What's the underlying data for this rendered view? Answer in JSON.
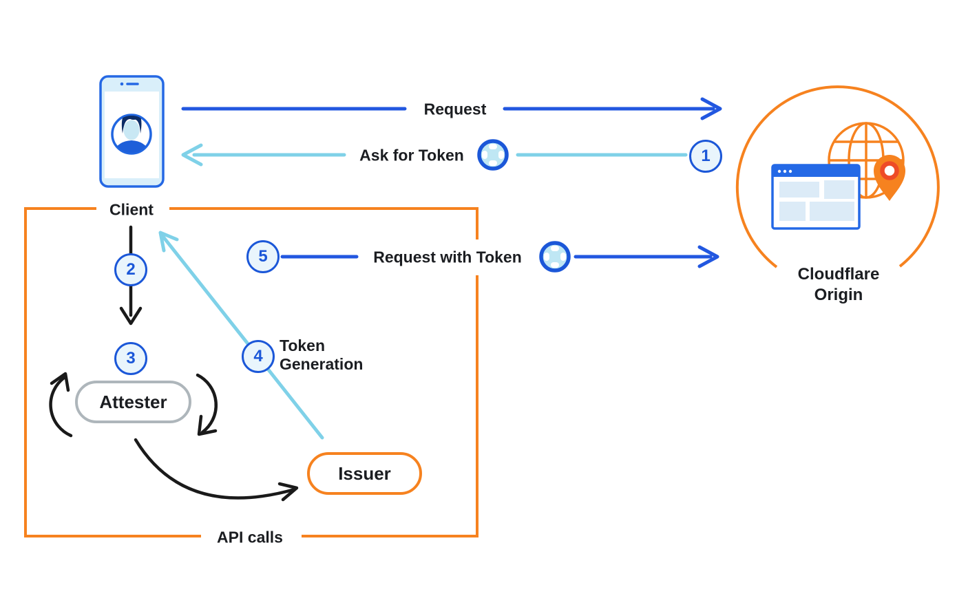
{
  "diagram": {
    "nodes": {
      "client": {
        "label": "Client"
      },
      "cloudflare_origin": {
        "label": "Cloudflare\nOrigin"
      },
      "attester": {
        "label": "Attester"
      },
      "issuer": {
        "label": "Issuer"
      }
    },
    "flows": {
      "request": {
        "label": "Request"
      },
      "ask_for_token": {
        "label": "Ask for Token",
        "step": "1"
      },
      "client_to_attester": {
        "step": "2"
      },
      "attestation": {
        "step": "3"
      },
      "token_generation": {
        "label": "Token\nGeneration",
        "step": "4"
      },
      "request_with_token": {
        "label": "Request with Token",
        "step": "5"
      }
    },
    "api_calls_group": {
      "label": "API calls"
    },
    "colors": {
      "arrow_blue": "#2257E0",
      "arrow_light_blue": "#7FD1E8",
      "cloudflare_orange": "#F6821F",
      "badge_border_blue": "#1B57D8",
      "badge_fill": "#E9F5FC",
      "pill_gray_border": "#AEB6BB",
      "black_arrow": "#1A1A1A",
      "text_black": "#1B1D21"
    }
  }
}
